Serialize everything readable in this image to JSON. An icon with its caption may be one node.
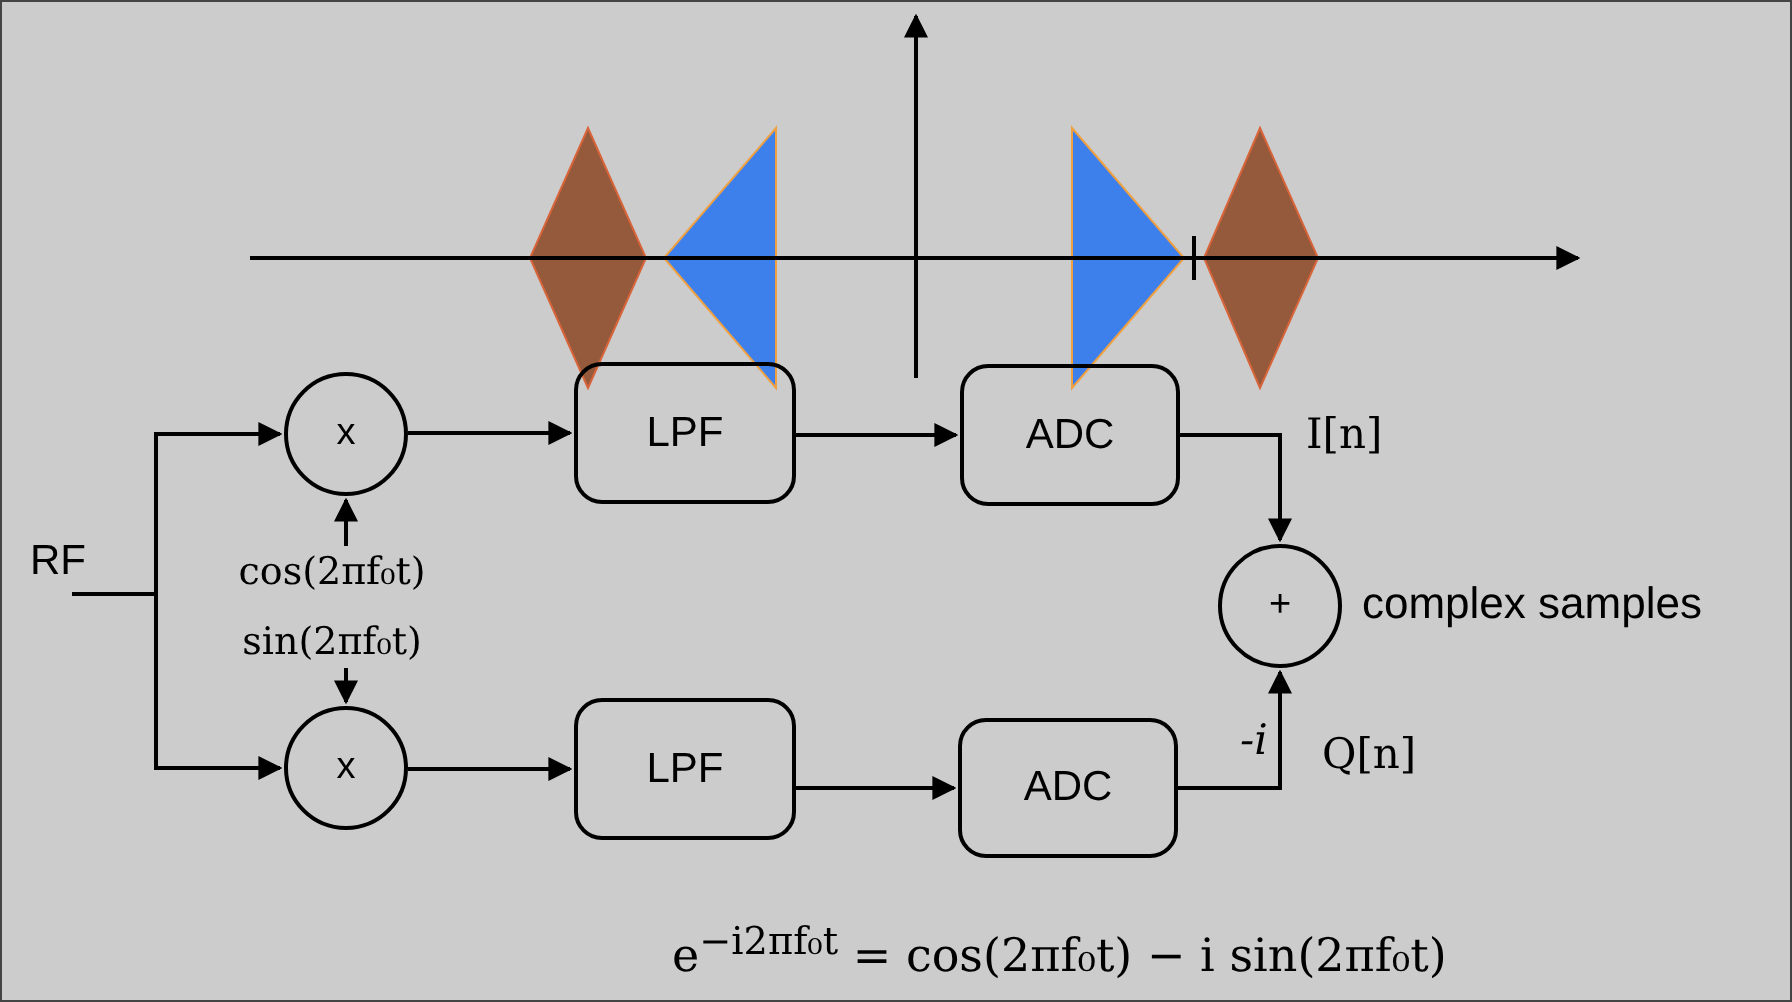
{
  "diagram": {
    "nodes": [
      {
        "text": [
          "RF"
        ]
      },
      {
        "text": [
          "x"
        ]
      },
      {
        "text": [
          "x"
        ]
      },
      {
        "text": [
          "cos(2πf₀t)"
        ]
      },
      {
        "text": [
          "sin(2πf₀t)"
        ]
      },
      {
        "text": [
          "LPF"
        ]
      },
      {
        "text": [
          "ADC"
        ]
      },
      {
        "text": [
          "LPF"
        ]
      },
      {
        "text": [
          "ADC"
        ]
      },
      {
        "text": [
          "+"
        ],
        "beside": [
          "complex samples"
        ]
      }
    ],
    "edges": [
      {
        "from": 0,
        "to": 1,
        "arrow": "to"
      },
      {
        "from": 0,
        "to": 2,
        "arrow": "to"
      },
      {
        "from": 3,
        "to": 1,
        "arrow": "to"
      },
      {
        "from": 4,
        "to": 2,
        "arrow": "to"
      },
      {
        "from": 1,
        "to": 5,
        "arrow": "to"
      },
      {
        "from": 5,
        "to": 6,
        "arrow": "to"
      },
      {
        "from": 2,
        "to": 7,
        "arrow": "to"
      },
      {
        "from": 7,
        "to": 8,
        "arrow": "to"
      },
      {
        "from": 6,
        "to": 9,
        "arrow": "to",
        "label": "I[n]"
      },
      {
        "from": 8,
        "to": 9,
        "arrow": "to",
        "label": "-i"
      }
    ],
    "labels": [
      "Q[n]",
      "e$^{−i2πf₀t}$ = cos(2πf₀t) − i sin(2πf₀t)"
    ]
  }
}
